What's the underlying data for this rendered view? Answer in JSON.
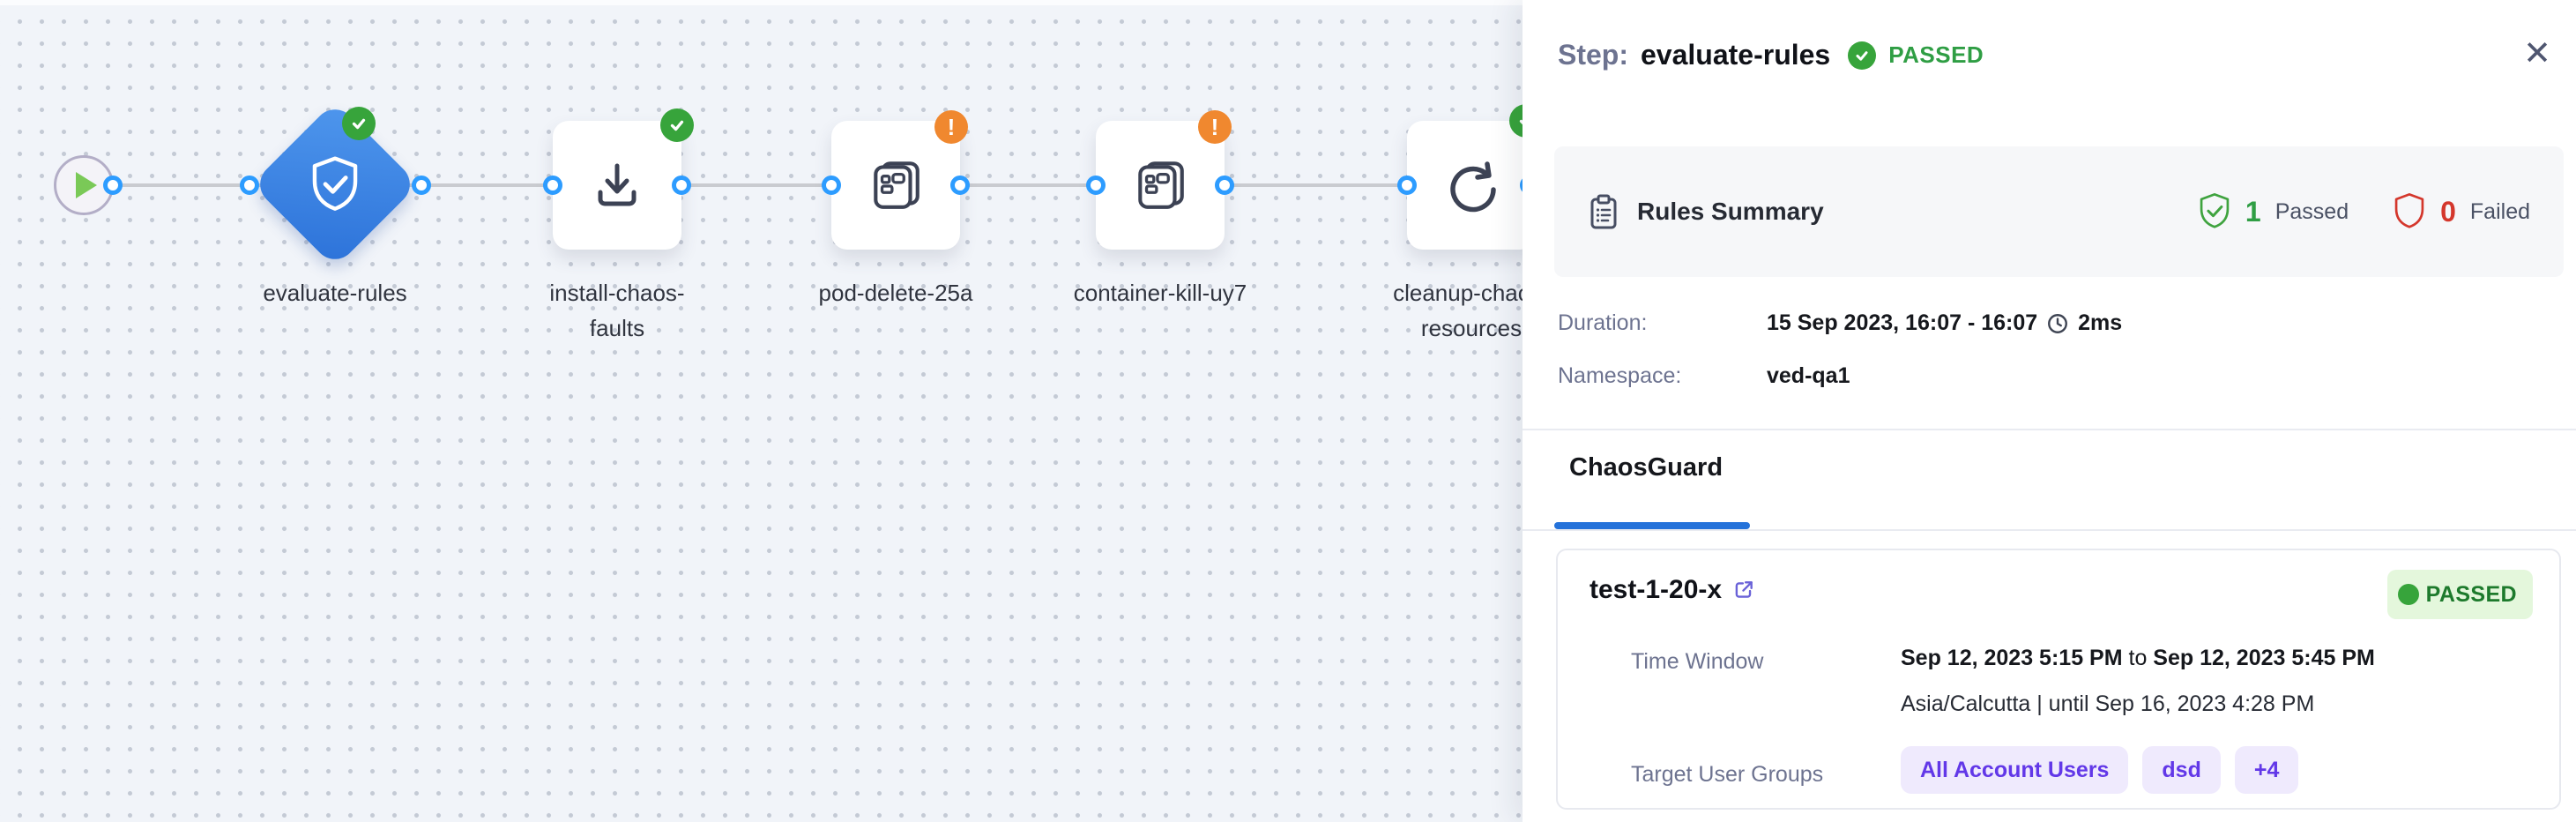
{
  "canvas": {
    "nodes": [
      {
        "id": "start",
        "type": "start",
        "label": ""
      },
      {
        "id": "evaluate-rules",
        "type": "gate",
        "label": "evaluate-rules",
        "status": "passed"
      },
      {
        "id": "install-chaos-faults",
        "type": "install",
        "label": "install-chaos-faults",
        "status": "passed"
      },
      {
        "id": "pod-delete-25a",
        "type": "fault",
        "label": "pod-delete-25a",
        "status": "warning"
      },
      {
        "id": "container-kill-uy7",
        "type": "fault",
        "label": "container-kill-uy7",
        "status": "warning"
      },
      {
        "id": "cleanup-chaos-resources",
        "type": "cleanup",
        "label": "cleanup-chaos-resources",
        "status": "passed"
      }
    ]
  },
  "icons": {
    "warning_glyph": "!",
    "close_glyph": "✕"
  },
  "panel": {
    "header": {
      "title_prefix": "Step:",
      "step_name": "evaluate-rules",
      "status_label": "PASSED"
    },
    "rules_summary": {
      "title": "Rules Summary",
      "passed_count": "1",
      "passed_label": "Passed",
      "failed_count": "0",
      "failed_label": "Failed"
    },
    "details": {
      "duration_label": "Duration:",
      "duration_value": "15 Sep 2023, 16:07 - 16:07",
      "duration_time": "2ms",
      "namespace_label": "Namespace:",
      "namespace_value": "ved-qa1"
    },
    "tab": {
      "label": "ChaosGuard"
    },
    "guard_card": {
      "title": "test-1-20-x",
      "status_label": "PASSED",
      "time_window_label": "Time Window",
      "time_window_from": "Sep 12, 2023 5:15 PM",
      "time_window_join": " to ",
      "time_window_to": "Sep 12, 2023 5:45 PM",
      "timezone_line": "Asia/Calcutta | until Sep 16, 2023 4:28 PM",
      "target_groups_label": "Target User Groups",
      "target_groups": [
        "All Account Users",
        "dsd",
        "+4"
      ]
    }
  },
  "colors": {
    "status_passed": "#37a43b",
    "status_warning": "#f0882f",
    "failed_red": "#d4372c",
    "port_blue": "#2d9cff",
    "selected_node_blue": "#3b82e0",
    "tab_active_blue": "#2472da",
    "chip_purple": "#6238e8",
    "canvas_bg": "#f1f4f9"
  }
}
